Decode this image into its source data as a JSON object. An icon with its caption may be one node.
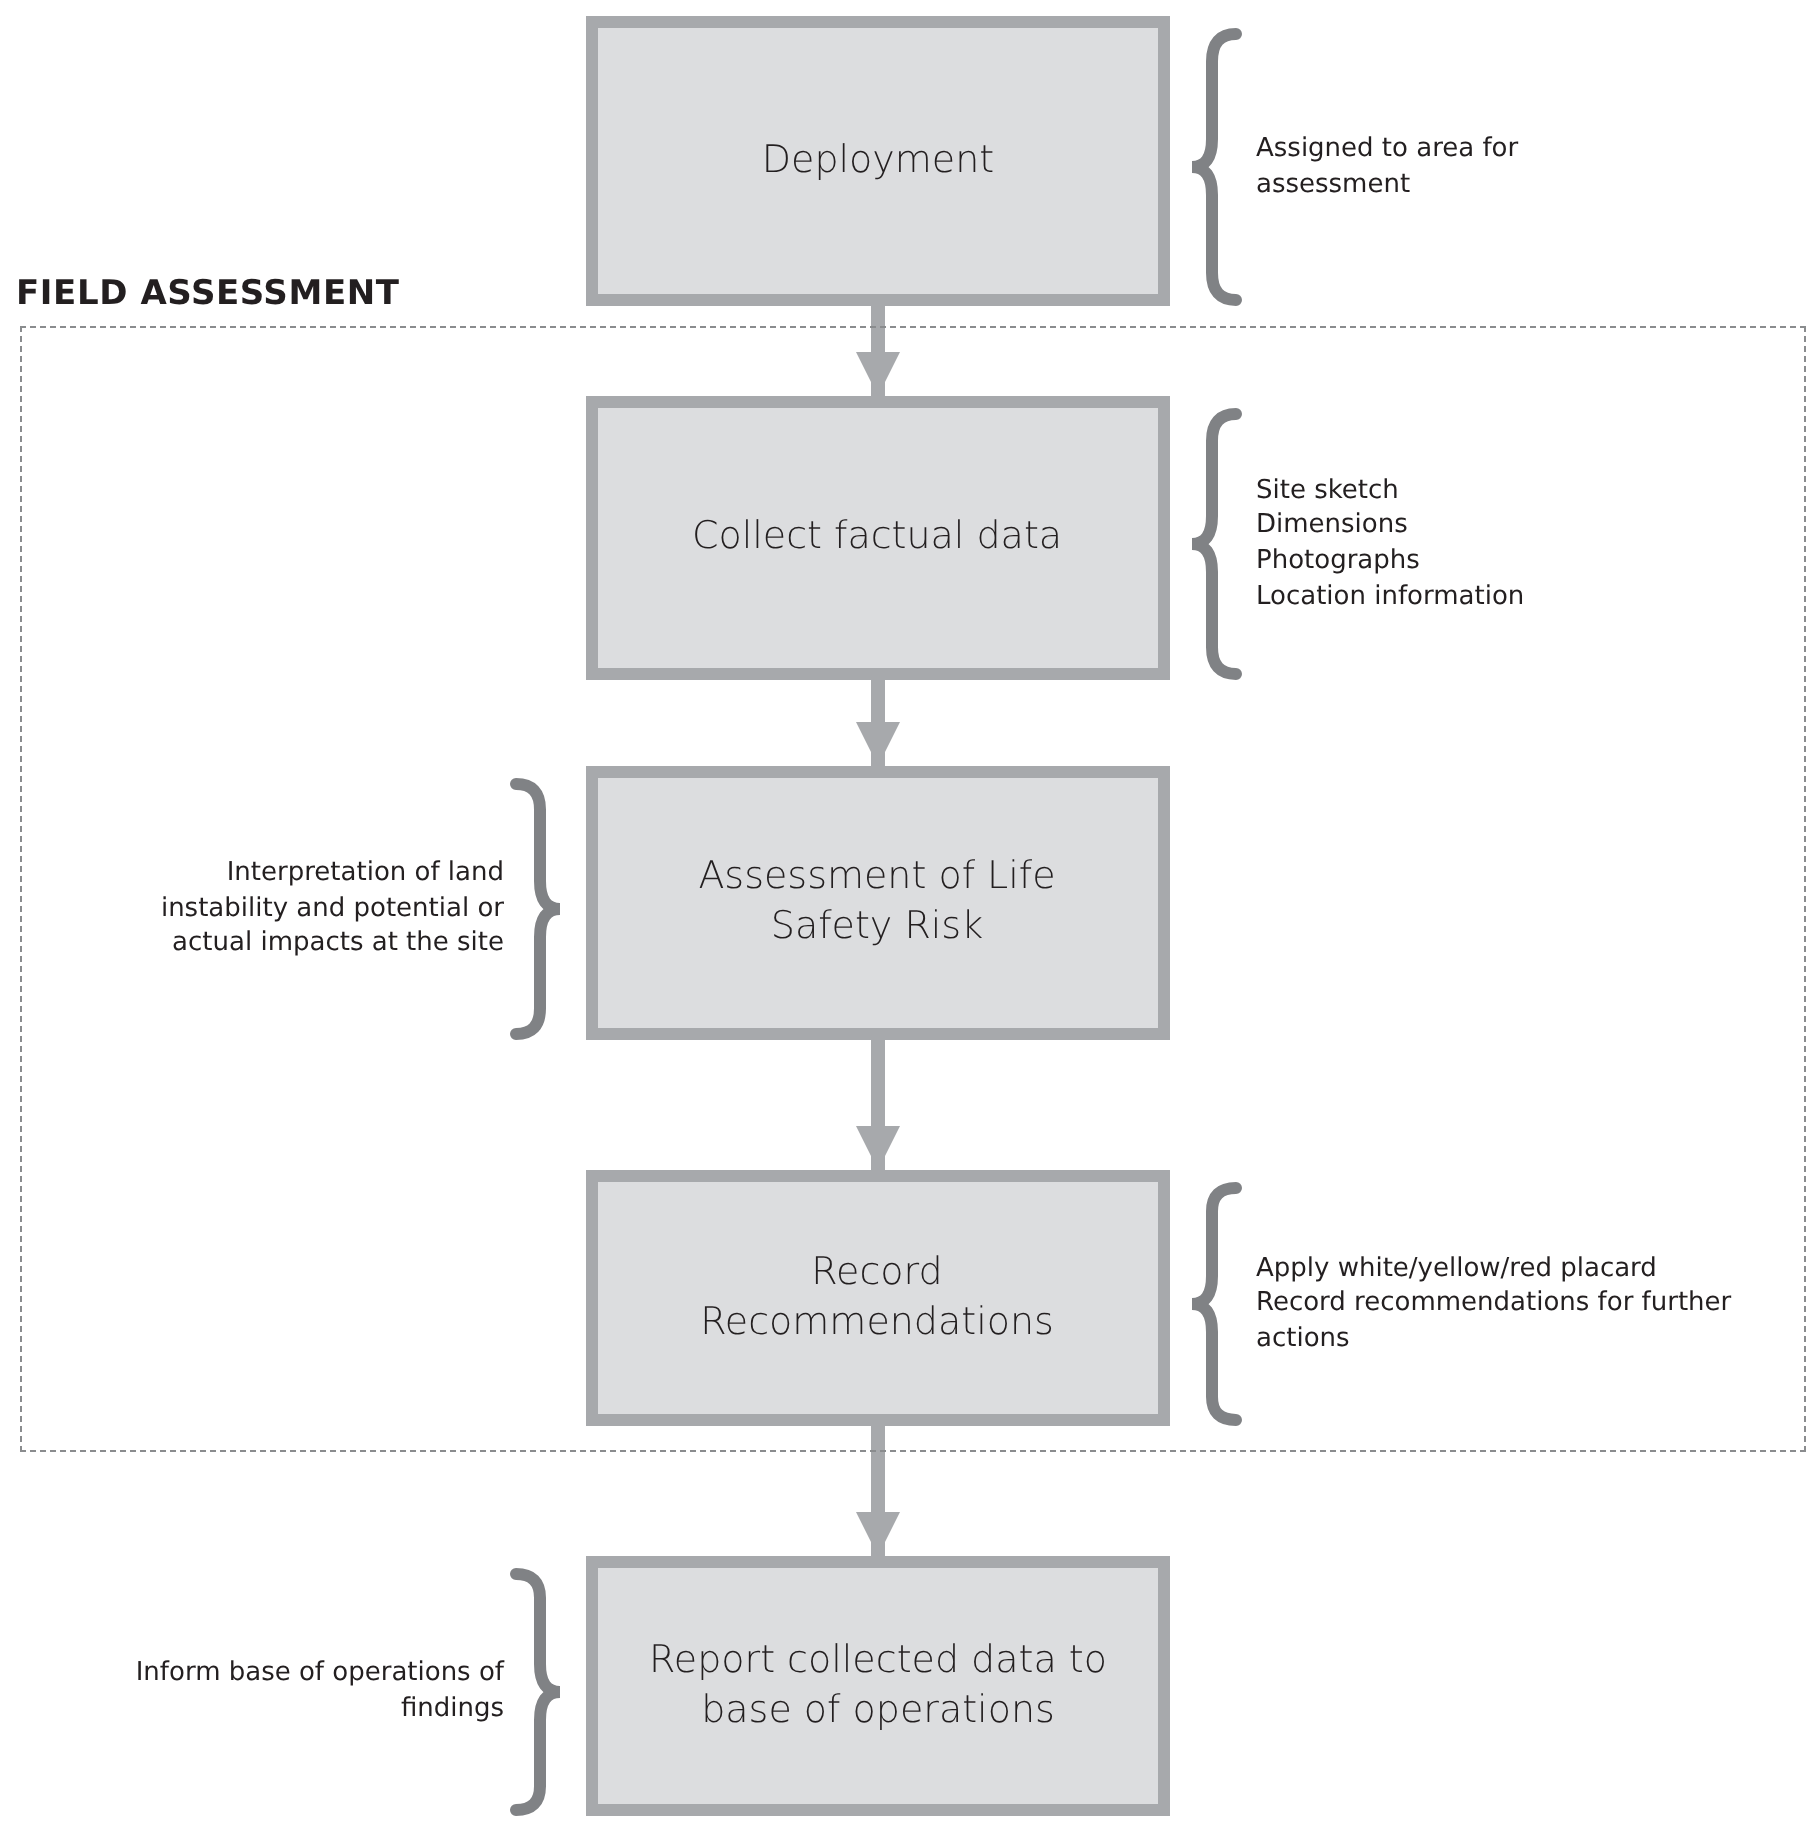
{
  "diagram": {
    "nodes": [
      {
        "text": [
          "Deployment"
        ],
        "beside": [
          "Assigned to area for assessment"
        ]
      },
      {
        "text": [
          "FIELD ASSESSMENT"
        ]
      },
      {
        "text": [
          "Collect factual data"
        ],
        "in": 1,
        "beside": [
          "Site sketch",
          "Dimensions",
          "Photographs",
          "Location information"
        ]
      },
      {
        "text": [
          "Assessment of Life Safety Risk"
        ],
        "in": 1,
        "beside": [
          "Interpretation of land instability and potential or actual impacts at the site"
        ]
      },
      {
        "text": [
          "Record Recommendations"
        ],
        "in": 1,
        "beside": [
          "Apply white/yellow/red placard",
          "Record recommendations for further actions"
        ]
      },
      {
        "text": [
          "Report collected data to base of operations"
        ],
        "beside": [
          "Inform base of operations of findings"
        ]
      }
    ],
    "edges": [
      {
        "from": 0,
        "to": 2,
        "arrow": "to"
      },
      {
        "from": 2,
        "to": 3,
        "arrow": "to"
      },
      {
        "from": 3,
        "to": 4,
        "arrow": "to"
      },
      {
        "from": 4,
        "to": 5,
        "arrow": "to"
      }
    ]
  }
}
